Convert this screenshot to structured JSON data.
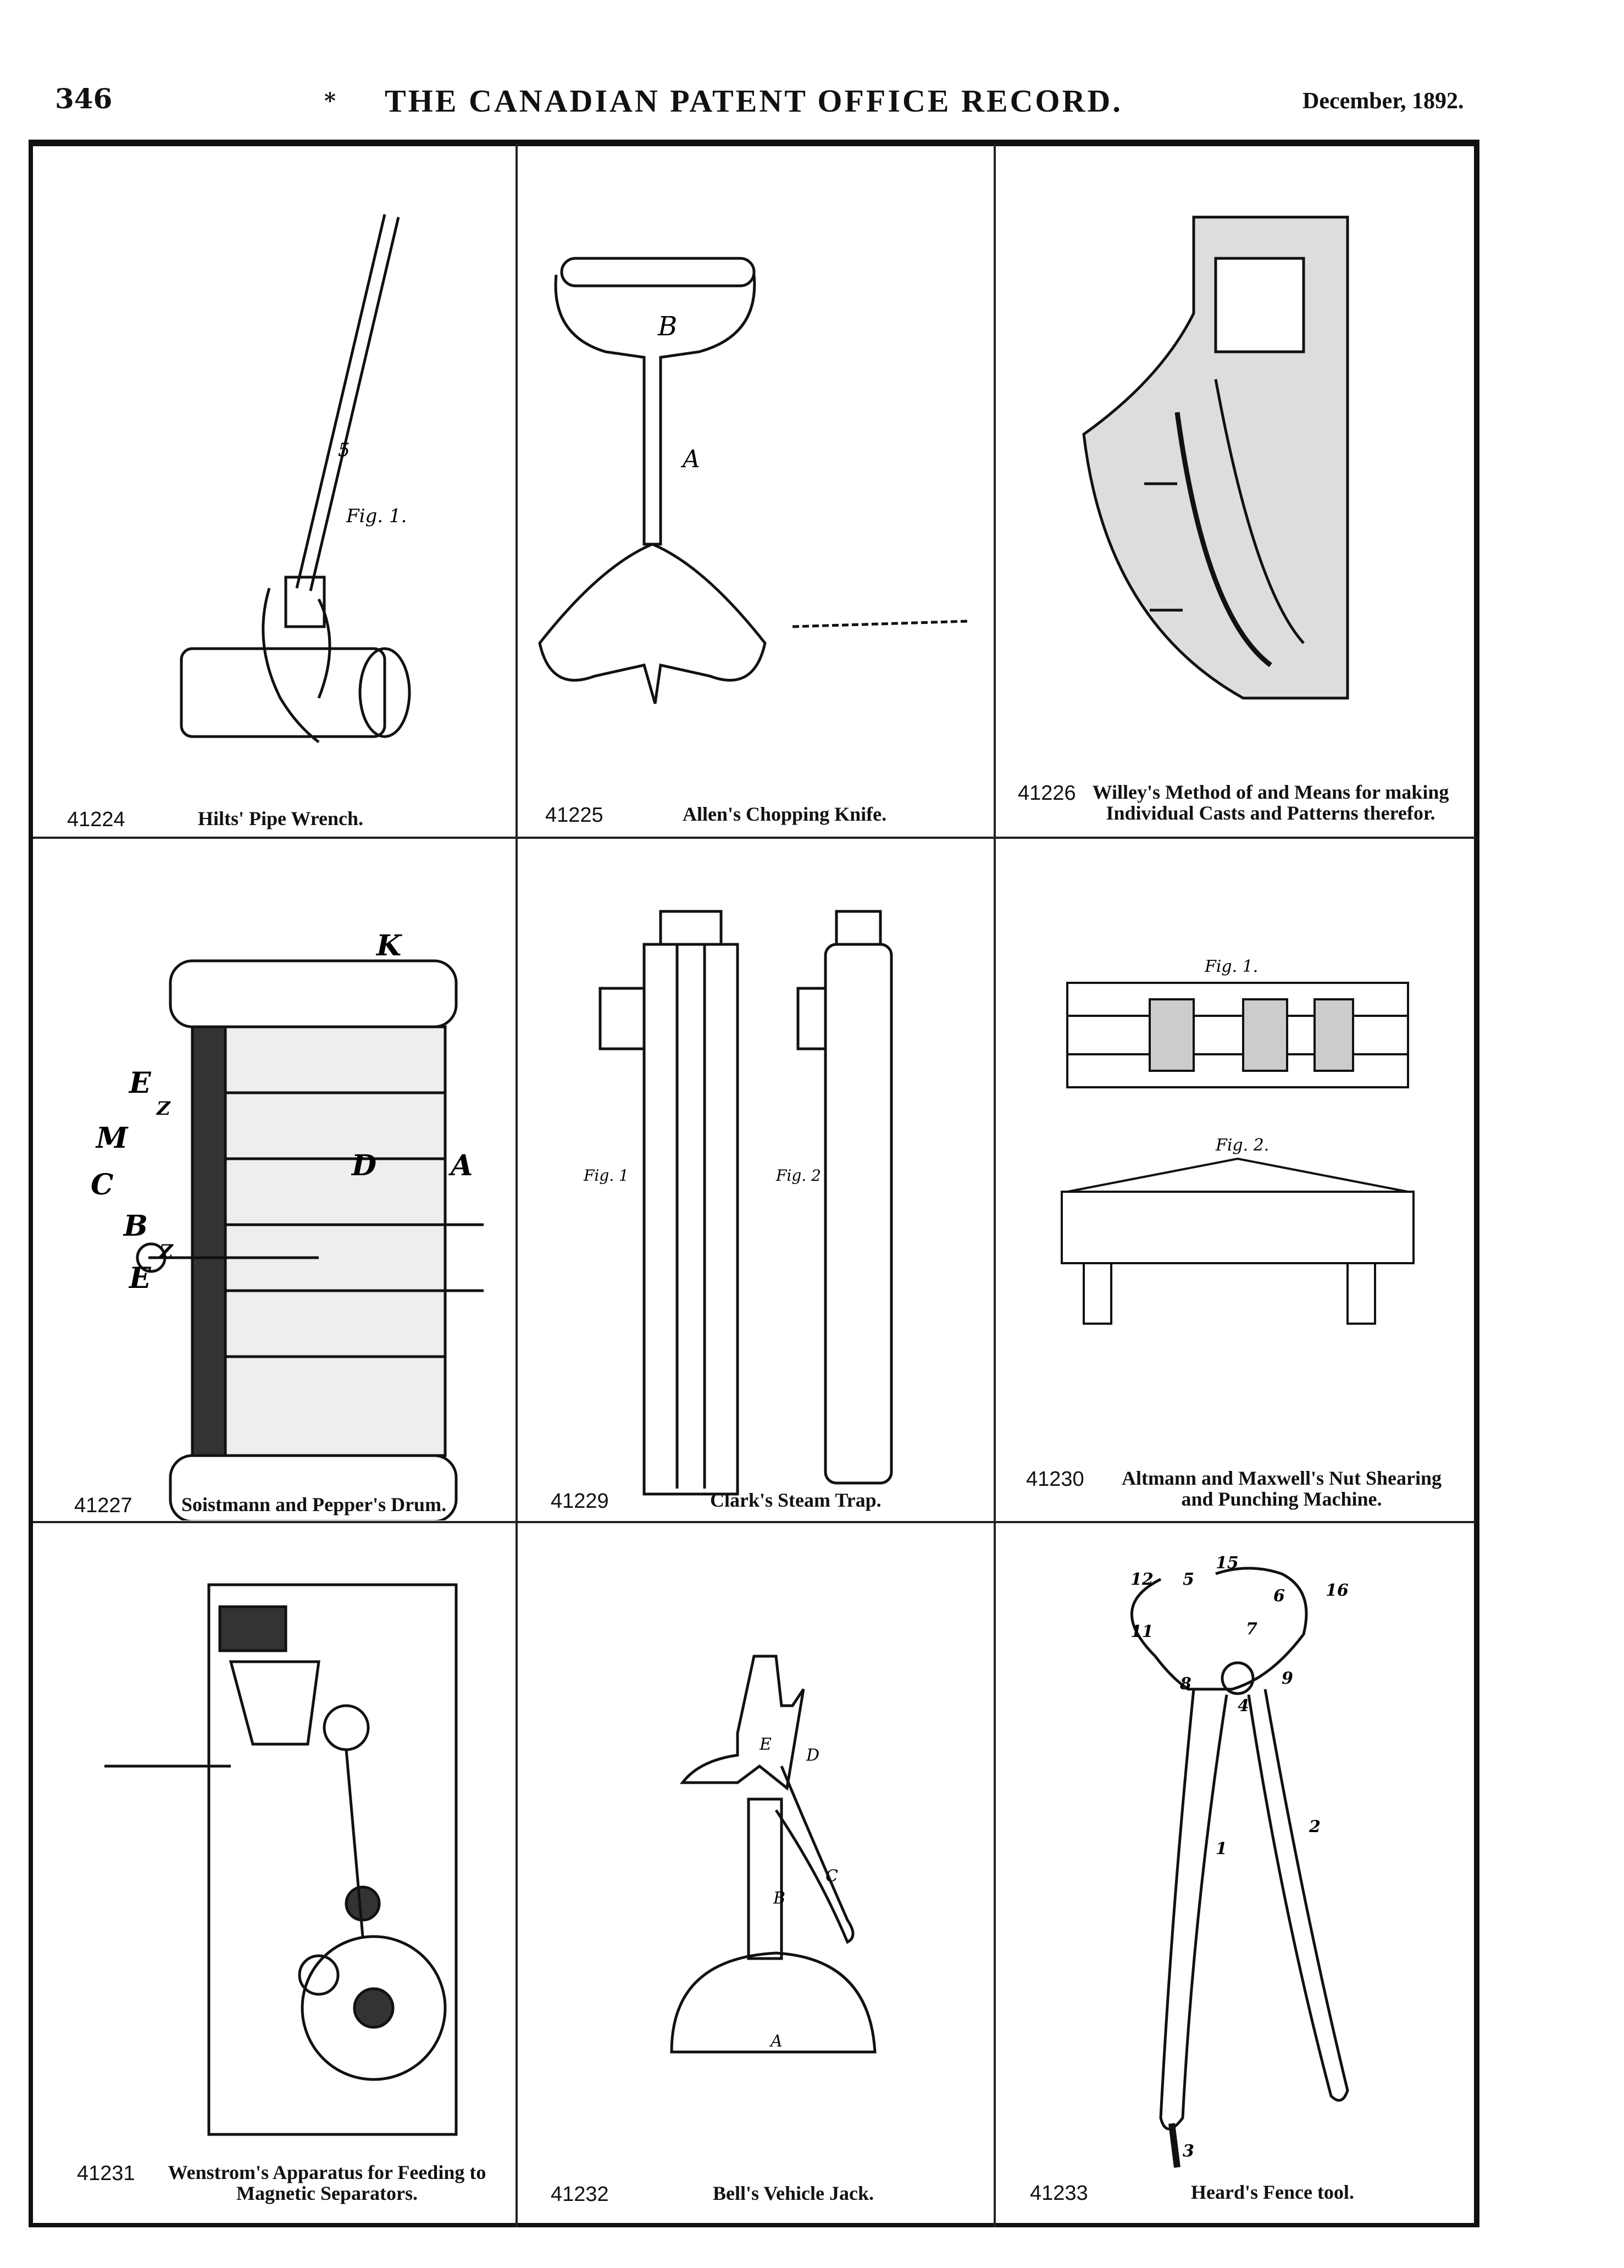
{
  "header": {
    "page_number": "346",
    "ornament": "*",
    "title": "THE CANADIAN PATENT OFFICE RECORD.",
    "date": "December, 1892."
  },
  "patents": [
    {
      "number": "41224",
      "title": "Hilts' Pipe Wrench.",
      "labels": [
        "Fig. 1.",
        "5"
      ]
    },
    {
      "number": "41225",
      "title": "Allen's Chopping Knife.",
      "labels": [
        "B",
        "A"
      ]
    },
    {
      "number": "41226",
      "title_line1": "Willey's Method of and Means for making",
      "title_line2": "Individual Casts and Patterns therefor."
    },
    {
      "number": "41227",
      "title": "Soistmann and Pepper's Drum.",
      "labels": [
        "K",
        "E",
        "Z",
        "M",
        "C",
        "D",
        "A",
        "B",
        "Z",
        "E"
      ]
    },
    {
      "number": "41229",
      "title": "Clark's Steam Trap.",
      "labels": [
        "Fig. 1",
        "Fig. 2"
      ]
    },
    {
      "number": "41230",
      "title_line1": "Altmann and Maxwell's Nut Shearing",
      "title_line2": "and Punching Machine.",
      "labels": [
        "Fig. 1.",
        "Fig. 2."
      ]
    },
    {
      "number": "41231",
      "title_line1": "Wenstrom's Apparatus for Feeding to",
      "title_line2": "Magnetic Separators."
    },
    {
      "number": "41232",
      "title": "Bell's Vehicle Jack.",
      "labels": [
        "E",
        "D",
        "B",
        "C",
        "A"
      ]
    },
    {
      "number": "41233",
      "title": "Heard's Fence tool.",
      "labels": [
        "12",
        "5",
        "15",
        "6",
        "16",
        "11",
        "7",
        "8",
        "4",
        "9",
        "1",
        "2",
        "3"
      ]
    }
  ]
}
